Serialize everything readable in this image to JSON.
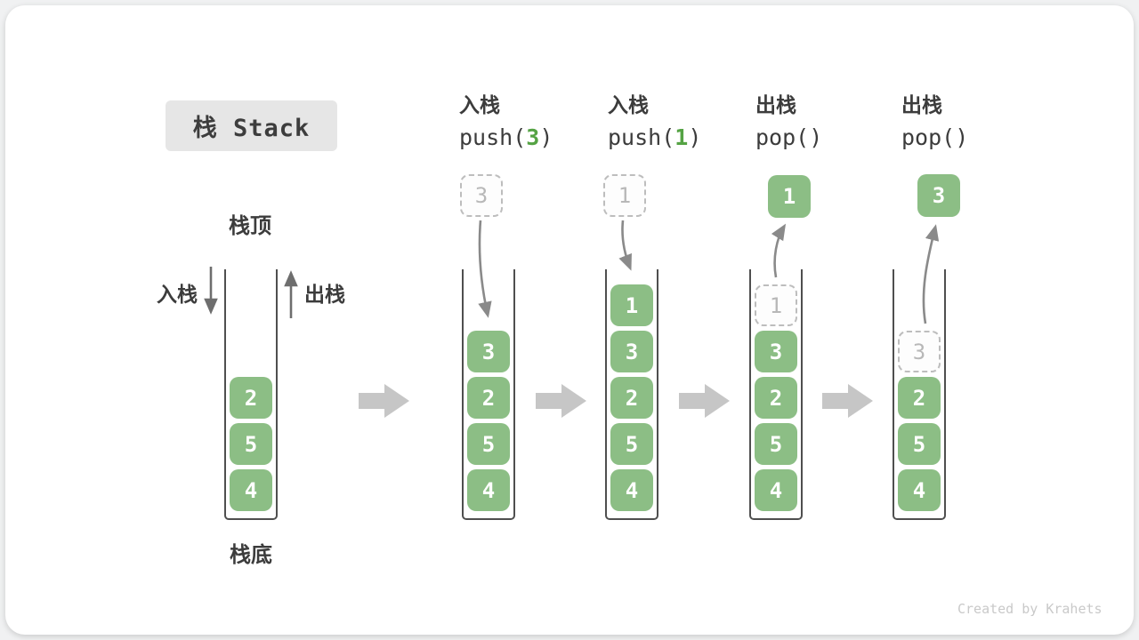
{
  "title": "栈 Stack",
  "watermark": "Created by Krahets",
  "legend": {
    "stack_top": "栈顶",
    "stack_bottom": "栈底",
    "push_side": "入栈",
    "pop_side": "出栈"
  },
  "colors": {
    "block_green": "#8cbe85",
    "code_arg_green": "#55a344",
    "curve_arrow_gray": "#8a8a8a",
    "flow_arrow_gray": "#c6c6c6",
    "ghost_border_gray": "#bdbdbd",
    "title_badge_bg": "#e6e6e6"
  },
  "columns": [
    {
      "name": "initial-state",
      "stack": [
        {
          "value": "2",
          "ghost": false
        },
        {
          "value": "5",
          "ghost": false
        },
        {
          "value": "4",
          "ghost": false
        }
      ]
    },
    {
      "name": "push-3",
      "op_label": "入栈",
      "code_pre": "push(",
      "code_arg": "3",
      "code_post": ")",
      "floating": {
        "value": "3",
        "style": "dashed"
      },
      "stack": [
        {
          "value": "3",
          "ghost": false
        },
        {
          "value": "2",
          "ghost": false
        },
        {
          "value": "5",
          "ghost": false
        },
        {
          "value": "4",
          "ghost": false
        }
      ]
    },
    {
      "name": "push-1",
      "op_label": "入栈",
      "code_pre": "push(",
      "code_arg": "1",
      "code_post": ")",
      "floating": {
        "value": "1",
        "style": "dashed"
      },
      "stack": [
        {
          "value": "1",
          "ghost": false
        },
        {
          "value": "3",
          "ghost": false
        },
        {
          "value": "2",
          "ghost": false
        },
        {
          "value": "5",
          "ghost": false
        },
        {
          "value": "4",
          "ghost": false
        }
      ]
    },
    {
      "name": "pop-1",
      "op_label": "出栈",
      "code_pre": "pop(",
      "code_arg": "",
      "code_post": ")",
      "floating": {
        "value": "1",
        "style": "solid"
      },
      "stack": [
        {
          "value": "1",
          "ghost": true
        },
        {
          "value": "3",
          "ghost": false
        },
        {
          "value": "2",
          "ghost": false
        },
        {
          "value": "5",
          "ghost": false
        },
        {
          "value": "4",
          "ghost": false
        }
      ]
    },
    {
      "name": "pop-3",
      "op_label": "出栈",
      "code_pre": "pop(",
      "code_arg": "",
      "code_post": ")",
      "floating": {
        "value": "3",
        "style": "solid"
      },
      "stack": [
        {
          "value": "3",
          "ghost": true
        },
        {
          "value": "2",
          "ghost": false
        },
        {
          "value": "5",
          "ghost": false
        },
        {
          "value": "4",
          "ghost": false
        }
      ]
    }
  ]
}
